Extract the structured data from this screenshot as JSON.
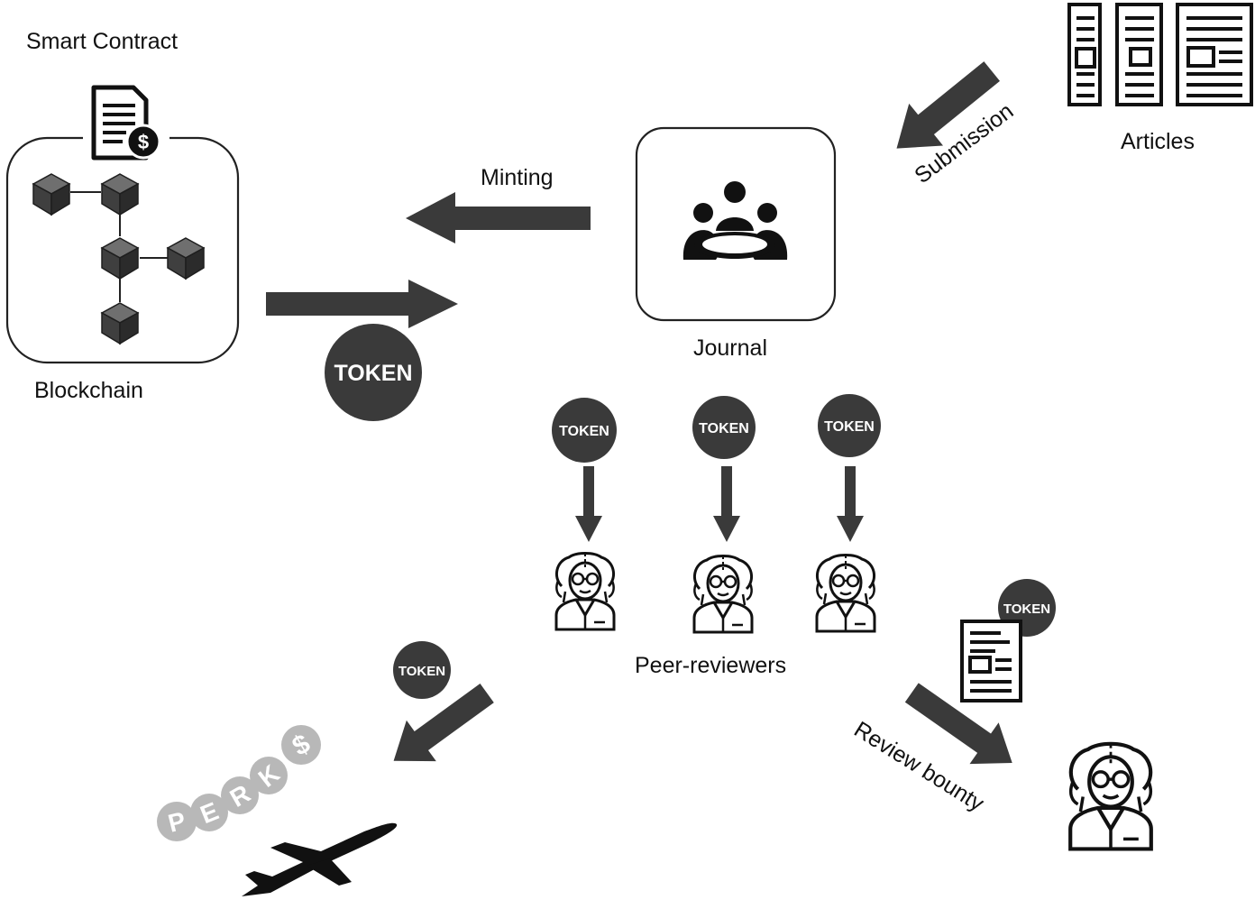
{
  "labels": {
    "smart_contract": "Smart Contract",
    "blockchain": "Blockchain",
    "minting": "Minting",
    "journal": "Journal",
    "articles": "Articles",
    "submission": "Submission",
    "peer_reviewers": "Peer-reviewers",
    "review_bounty": "Review bounty"
  },
  "token_text": "TOKEN",
  "perks_letters": [
    "P",
    "E",
    "R",
    "K",
    "$"
  ],
  "colors": {
    "dark": "#3a3a3a",
    "ink": "#111111",
    "perks_grey": "#b8b8b8"
  },
  "icons": {
    "contract": "contract-dollar-icon",
    "blockchain": "blockchain-cubes-icon",
    "journal": "people-meeting-icon",
    "articles": "article-document-icon",
    "reviewer": "scientist-reviewer-icon",
    "airplane": "airplane-icon"
  }
}
